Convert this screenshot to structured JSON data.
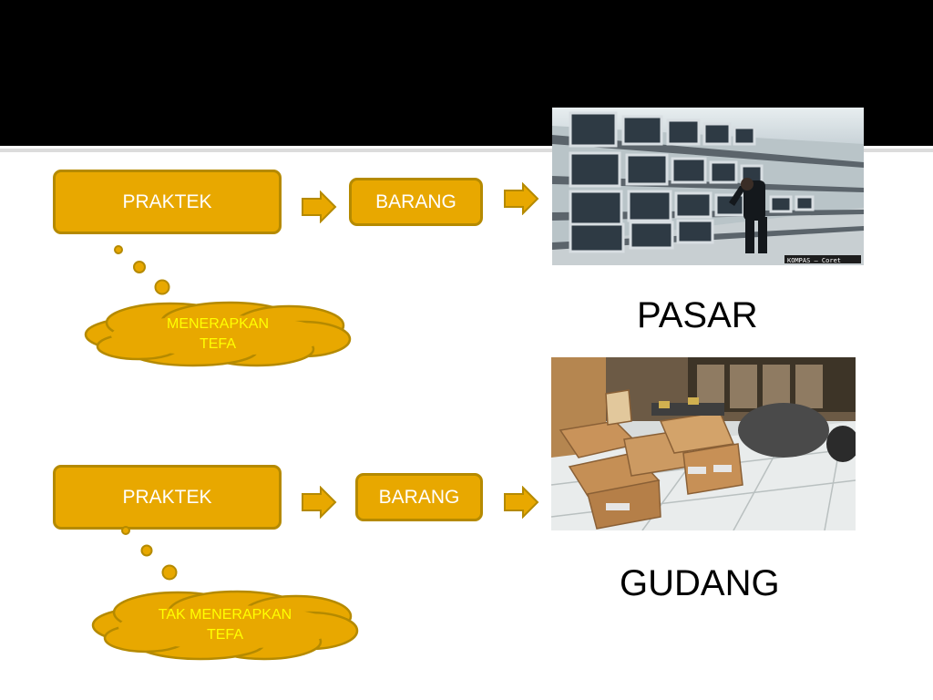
{
  "row1": {
    "box1": "PRAKTEK",
    "box2": "BARANG",
    "cloud": [
      "MENERAPKAN",
      "TEFA"
    ],
    "photo": {
      "subject": "rows of televisions in electronics store",
      "watermark": "KOMPAS — Coret"
    },
    "caption": "PASAR"
  },
  "row2": {
    "box1": "PRAKTEK",
    "box2": "BARANG",
    "cloud": [
      "TAK MENERAPKAN",
      "TEFA"
    ],
    "photo": {
      "subject": "cardboard boxes of parts stacked on tiled floor"
    },
    "caption": "GUDANG"
  },
  "colors": {
    "fill": "#e8a800",
    "border": "#b58a00",
    "cloud_text": "#ffff00",
    "header": "#000000"
  }
}
